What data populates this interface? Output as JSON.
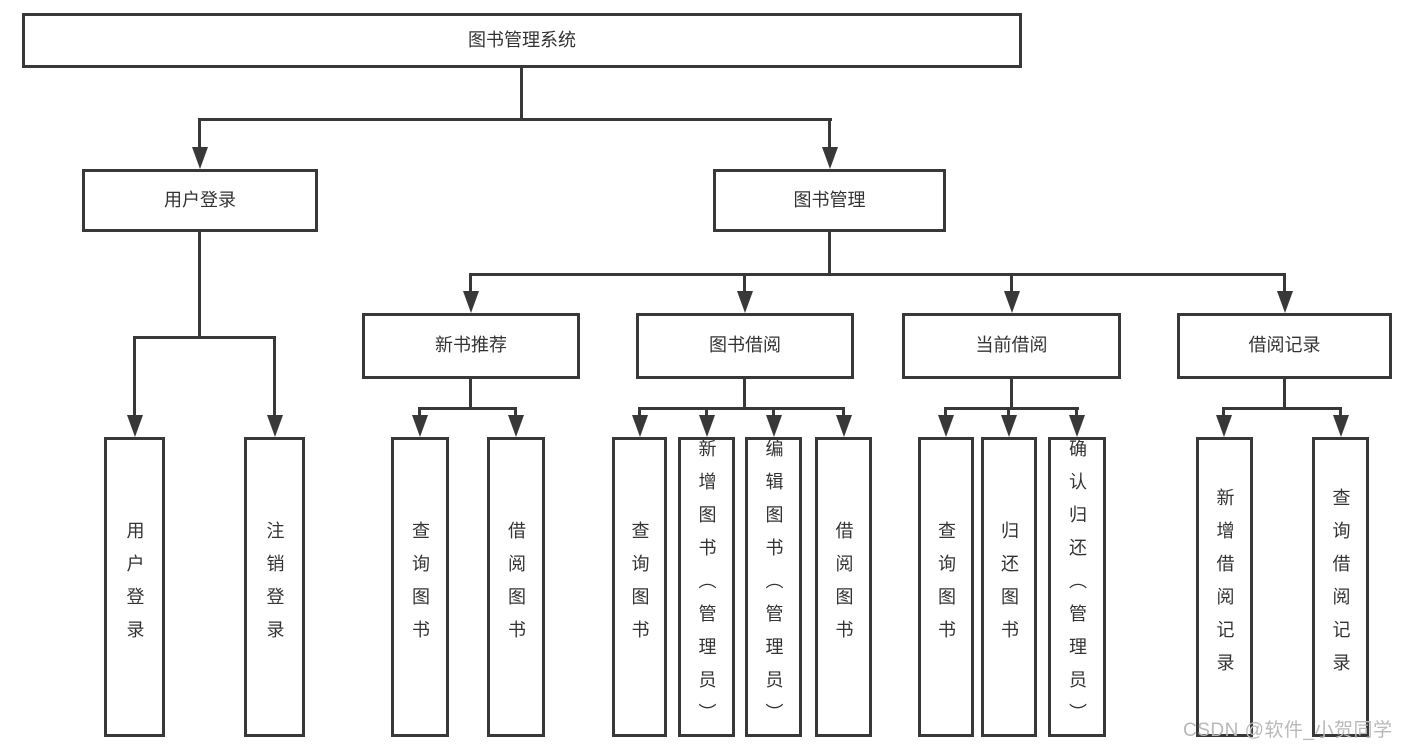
{
  "root": "图书管理系统",
  "level2": [
    "用户登录",
    "图书管理"
  ],
  "modules": [
    "新书推荐",
    "图书借阅",
    "当前借阅",
    "借阅记录"
  ],
  "leaves": [
    "用户登录",
    "注销登录",
    "查询图书",
    "借阅图书",
    "查询图书",
    "新增图书（管理员）",
    "编辑图书（管理员）",
    "借阅图书",
    "查询图书",
    "归还图书",
    "确认归还（管理员）",
    "新增借阅记录",
    "查询借阅记录"
  ],
  "watermark": "CSDN @软件_小贺同学",
  "colors": {
    "line": "#383838",
    "text": "#333333",
    "watermark": "#b9b9bc",
    "background": "#ffffff"
  }
}
